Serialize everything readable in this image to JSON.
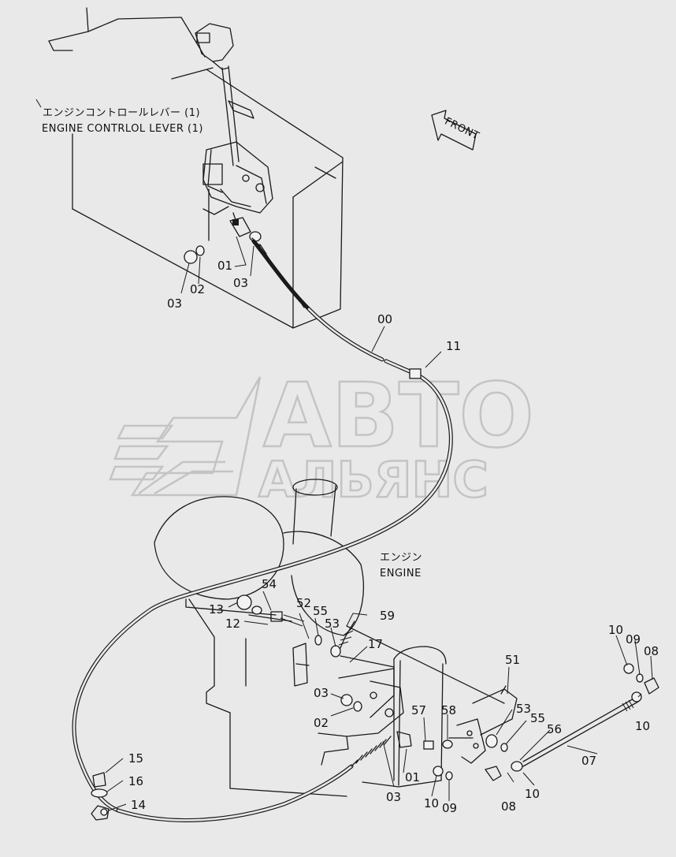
{
  "captions": {
    "lever_jp": "エンジンコントロールレバー (1)",
    "lever_en": "ENGINE CONTRLOL LEVER (1)",
    "engine_jp": "エンジン",
    "engine_en": "ENGINE",
    "front": "FRONT"
  },
  "watermark": {
    "line1": "АВТО",
    "line2": "АЛЬЯНС"
  },
  "parts": [
    {
      "id": "p00",
      "label": "00"
    },
    {
      "id": "p01a",
      "label": "01"
    },
    {
      "id": "p01b",
      "label": "01"
    },
    {
      "id": "p02a",
      "label": "02"
    },
    {
      "id": "p02b",
      "label": "02"
    },
    {
      "id": "p03a",
      "label": "03"
    },
    {
      "id": "p03b",
      "label": "03"
    },
    {
      "id": "p03c",
      "label": "03"
    },
    {
      "id": "p03d",
      "label": "03"
    },
    {
      "id": "p07",
      "label": "07"
    },
    {
      "id": "p08a",
      "label": "08"
    },
    {
      "id": "p08b",
      "label": "08"
    },
    {
      "id": "p09a",
      "label": "09"
    },
    {
      "id": "p09b",
      "label": "09"
    },
    {
      "id": "p10a",
      "label": "10"
    },
    {
      "id": "p10b",
      "label": "10"
    },
    {
      "id": "p10c",
      "label": "10"
    },
    {
      "id": "p10d",
      "label": "10"
    },
    {
      "id": "p11",
      "label": "11"
    },
    {
      "id": "p12",
      "label": "12"
    },
    {
      "id": "p13",
      "label": "13"
    },
    {
      "id": "p14",
      "label": "14"
    },
    {
      "id": "p15",
      "label": "15"
    },
    {
      "id": "p16",
      "label": "16"
    },
    {
      "id": "p17",
      "label": "17"
    },
    {
      "id": "p51",
      "label": "51"
    },
    {
      "id": "p52",
      "label": "52"
    },
    {
      "id": "p53a",
      "label": "53"
    },
    {
      "id": "p53b",
      "label": "53"
    },
    {
      "id": "p54",
      "label": "54"
    },
    {
      "id": "p55a",
      "label": "55"
    },
    {
      "id": "p55b",
      "label": "55"
    },
    {
      "id": "p56",
      "label": "56"
    },
    {
      "id": "p57",
      "label": "57"
    },
    {
      "id": "p58",
      "label": "58"
    },
    {
      "id": "p59",
      "label": "59"
    }
  ]
}
